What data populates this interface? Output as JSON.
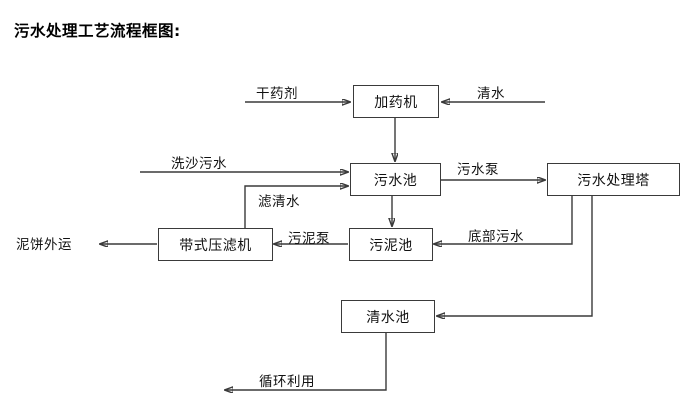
{
  "diagram": {
    "title": "污水处理工艺流程框图:",
    "type": "process-flow-block-diagram",
    "nodes": [
      {
        "id": "dosing-machine",
        "label": "加药机"
      },
      {
        "id": "sewage-pool",
        "label": "污水池"
      },
      {
        "id": "sewage-treatment-tower",
        "label": "污水处理塔"
      },
      {
        "id": "belt-filter-press",
        "label": "带式压滤机"
      },
      {
        "id": "sludge-pool",
        "label": "污泥池"
      },
      {
        "id": "clean-water-pool",
        "label": "清水池"
      }
    ],
    "edge_labels": [
      {
        "id": "dry-chemical",
        "label": "干药剂"
      },
      {
        "id": "clean-water-in",
        "label": "清水"
      },
      {
        "id": "sand-washing-sewage",
        "label": "洗沙污水"
      },
      {
        "id": "filtered-clear-water",
        "label": "滤清水"
      },
      {
        "id": "sewage-pump",
        "label": "污水泵"
      },
      {
        "id": "sludge-pump",
        "label": "污泥泵"
      },
      {
        "id": "bottom-sewage",
        "label": "底部污水"
      },
      {
        "id": "mud-cake-out",
        "label": "泥饼外运"
      },
      {
        "id": "recycling-reuse",
        "label": "循环利用"
      }
    ],
    "flows": [
      {
        "from": "干药剂",
        "to": "加药机",
        "label": "干药剂"
      },
      {
        "from": "清水",
        "to": "加药机",
        "label": "清水"
      },
      {
        "from": "加药机",
        "to": "污水池",
        "label": ""
      },
      {
        "from": "洗沙污水",
        "to": "污水池",
        "label": "洗沙污水"
      },
      {
        "from": "带式压滤机",
        "to": "污水池",
        "label": "滤清水"
      },
      {
        "from": "污水池",
        "to": "污水处理塔",
        "label": "污水泵"
      },
      {
        "from": "污水池",
        "to": "污泥池",
        "label": ""
      },
      {
        "from": "污水处理塔",
        "to": "污泥池",
        "label": "底部污水"
      },
      {
        "from": "污泥池",
        "to": "带式压滤机",
        "label": "污泥泵"
      },
      {
        "from": "带式压滤机",
        "to": "泥饼外运",
        "label": "泥饼外运"
      },
      {
        "from": "污水处理塔",
        "to": "清水池",
        "label": ""
      },
      {
        "from": "清水池",
        "to": "循环利用",
        "label": "循环利用"
      }
    ],
    "colors": {
      "background": "#ffffff",
      "stroke": "#3a3a3a",
      "text": "#111111"
    }
  }
}
